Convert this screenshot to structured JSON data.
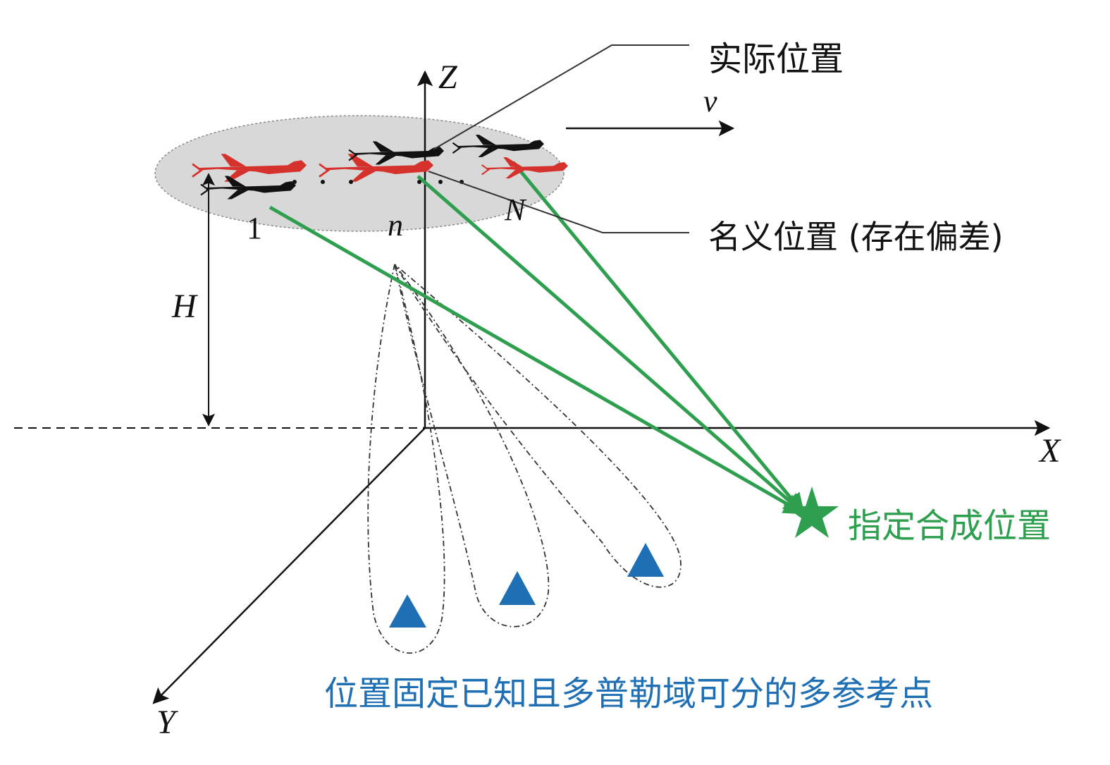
{
  "labels": {
    "actual_position": "实际位置",
    "nominal_position": "名义位置 (存在偏差)",
    "designated_synthesis_position": "指定合成位置",
    "reference_points_caption": "位置固定已知且多普勒域可分的多参考点",
    "axis_x": "X",
    "axis_y": "Y",
    "axis_z": "Z",
    "velocity": "v",
    "height": "H",
    "uav_first": "1",
    "uav_middle": "n",
    "uav_last": "N"
  },
  "colors": {
    "synthesis_green": "#2e9e4f",
    "reference_blue": "#1f6fb5",
    "nominal_red": "#d6322d",
    "actual_black": "#111111",
    "formation_fill": "#d8d8d8"
  },
  "icons": {
    "uav": "drone-icon",
    "target": "star-icon",
    "reference": "triangle-icon"
  }
}
